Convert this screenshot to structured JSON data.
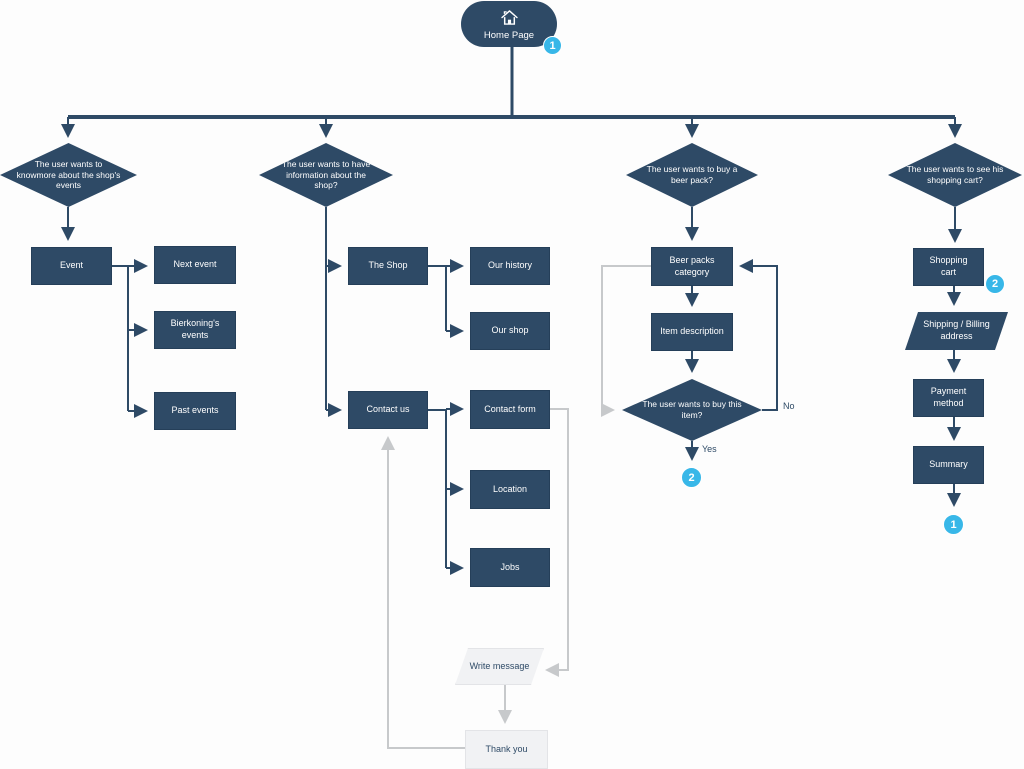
{
  "appearance": {
    "node_color": "#2e4a66",
    "badge_color": "#38b7e8",
    "gray_line_color": "#c7c9cb",
    "light_node_bg": "#f1f2f4",
    "background": "#fdfdfd"
  },
  "root": {
    "label": "Home Page",
    "icon": "home-icon",
    "badge": "1"
  },
  "decisions": {
    "events": "The user wants to knowmore about the shop's events",
    "info": "The user wants to  have information about the shop?",
    "buy": "The user wants to buy a beer pack?",
    "cart": "The user wants to see his shopping cart?",
    "buy_item": "The user wants to buy this item?"
  },
  "nodes": {
    "event": "Event",
    "next_event": "Next event",
    "bierkonings_events": "Bierkoning's events",
    "past_events": "Past events",
    "the_shop": "The Shop",
    "our_history": "Our history",
    "our_shop": "Our shop",
    "contact_us": "Contact us",
    "contact_form": "Contact form",
    "location": "Location",
    "jobs": "Jobs",
    "write_message": "Write message",
    "thank_you": "Thank you",
    "beer_packs_category": "Beer packs category",
    "item_description": "Item description",
    "shopping_cart": "Shopping cart",
    "shipping_billing": "Shipping / Billing address",
    "payment_method": "Payment method",
    "summary": "Summary"
  },
  "edge_labels": {
    "yes": "Yes",
    "no": "No"
  },
  "badges": {
    "home": "1",
    "shopping_cart": "2",
    "buy_yes": "2",
    "flow_end": "1"
  }
}
